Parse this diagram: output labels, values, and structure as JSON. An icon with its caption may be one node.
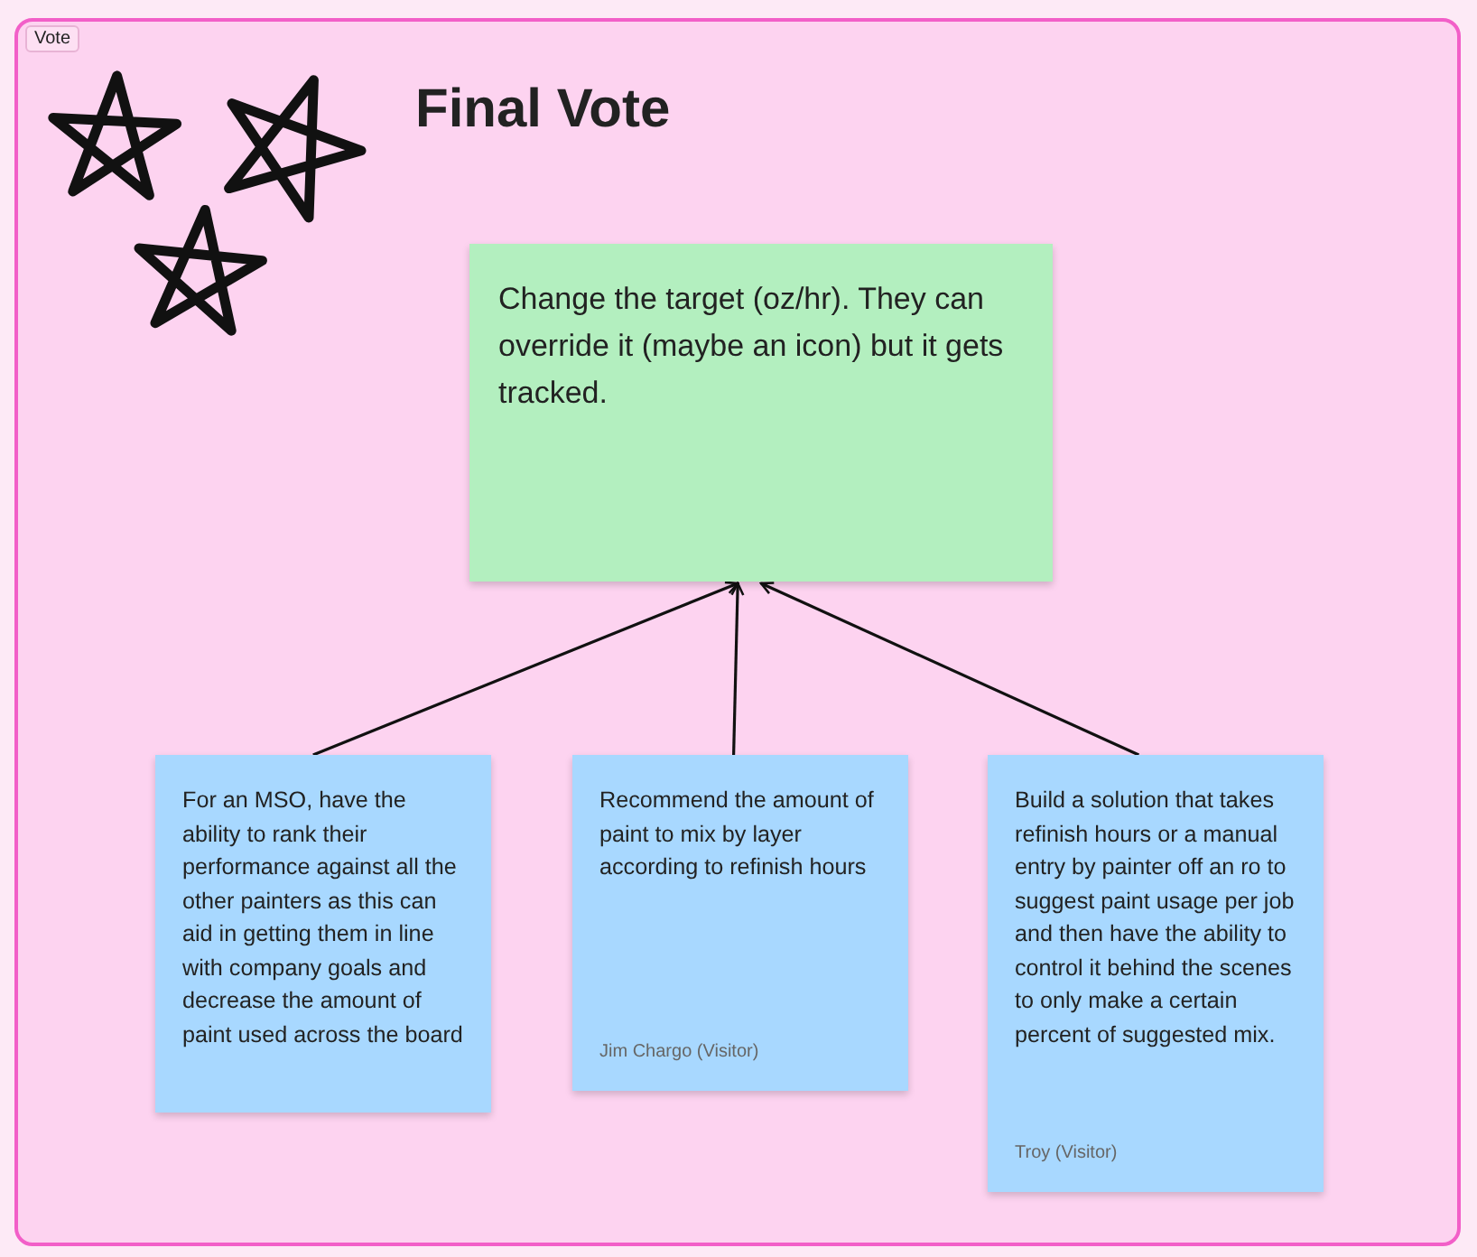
{
  "diagram": {
    "nodes": [
      {
        "text": [
          "Vote",
          "Final Vote"
        ]
      },
      {
        "text": [
          "Change the target (oz/hr). They can override it (maybe an icon) but it gets tracked."
        ],
        "in": 0
      },
      {
        "text": [
          "For an MSO, have the ability to rank their performance against all the other painters as this can aid in getting them in line with company goals and decrease the amount of paint used across the board"
        ],
        "in": 0
      },
      {
        "text": [
          "Recommend the amount of paint to mix by layer according to refinish hours",
          "Jim Chargo (Visitor)"
        ],
        "in": 0
      },
      {
        "text": [
          "Build a solution that takes refinish hours or a manual entry by painter off an ro to suggest paint usage per job and then have the ability to control it behind the scenes to only make a certain percent of suggested mix.",
          "Troy (Visitor)"
        ],
        "in": 0
      }
    ],
    "edges": [
      {
        "from": 2,
        "to": 1,
        "arrow": "to"
      },
      {
        "from": 3,
        "to": 1,
        "arrow": "to"
      },
      {
        "from": 4,
        "to": 1,
        "arrow": "to"
      }
    ]
  }
}
